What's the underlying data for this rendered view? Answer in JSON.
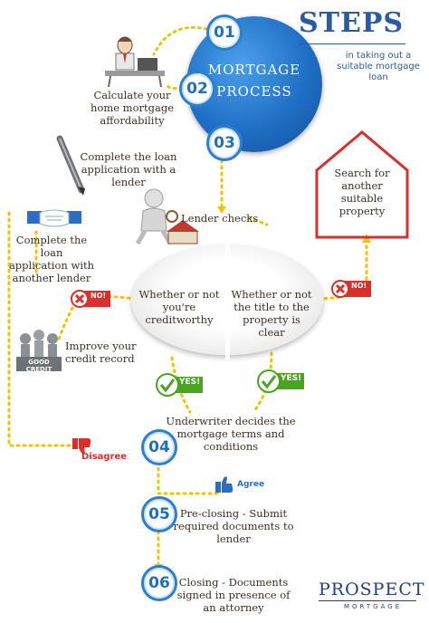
{
  "header": {
    "title": "STEPS",
    "subtitle_line1": "in taking out a",
    "subtitle_line2": "suitable mortgage loan"
  },
  "center": {
    "line1": "MORTGAGE",
    "line2": "PROCESS"
  },
  "steps": {
    "s01": "01",
    "s02": "02",
    "s03": "03",
    "s04": "04",
    "s05": "05",
    "s06": "06"
  },
  "labels": {
    "calc": [
      "Calculate your",
      "home mortgage",
      "affordability"
    ],
    "complete_app": [
      "Complete the loan",
      "application with a",
      "lender"
    ],
    "lender_checks": "Lender checks",
    "complete_other": [
      "Complete the loan",
      "application with",
      "another lender"
    ],
    "improve": [
      "Improve your",
      "credit record"
    ],
    "creditworthy": [
      "Whether or not",
      "you're",
      "creditworthy"
    ],
    "title_clear": [
      "Whether or not",
      "the title to the",
      "property is clear"
    ],
    "search": [
      "Search for",
      "another",
      "suitable",
      "property"
    ],
    "underwriter": [
      "Underwriter decides the",
      "mortgage terms and",
      "conditions"
    ],
    "preclosing": [
      "Pre-closing - Submit",
      "required documents to",
      "lender"
    ],
    "closing": [
      "Closing - Documents",
      "signed in presence of",
      "an attorney"
    ]
  },
  "badges": {
    "no": "NO!",
    "yes": "YES!",
    "disagree": "Disagree",
    "agree": "Agree",
    "good_credit": "GOOD CREDIT"
  },
  "logo": {
    "name": "PROSPECT",
    "sub": "MORTGAGE"
  },
  "colors": {
    "blue": "#2b7fd0",
    "yellow_path": "#f2c300",
    "red": "#d9302a",
    "green": "#4aa323"
  }
}
